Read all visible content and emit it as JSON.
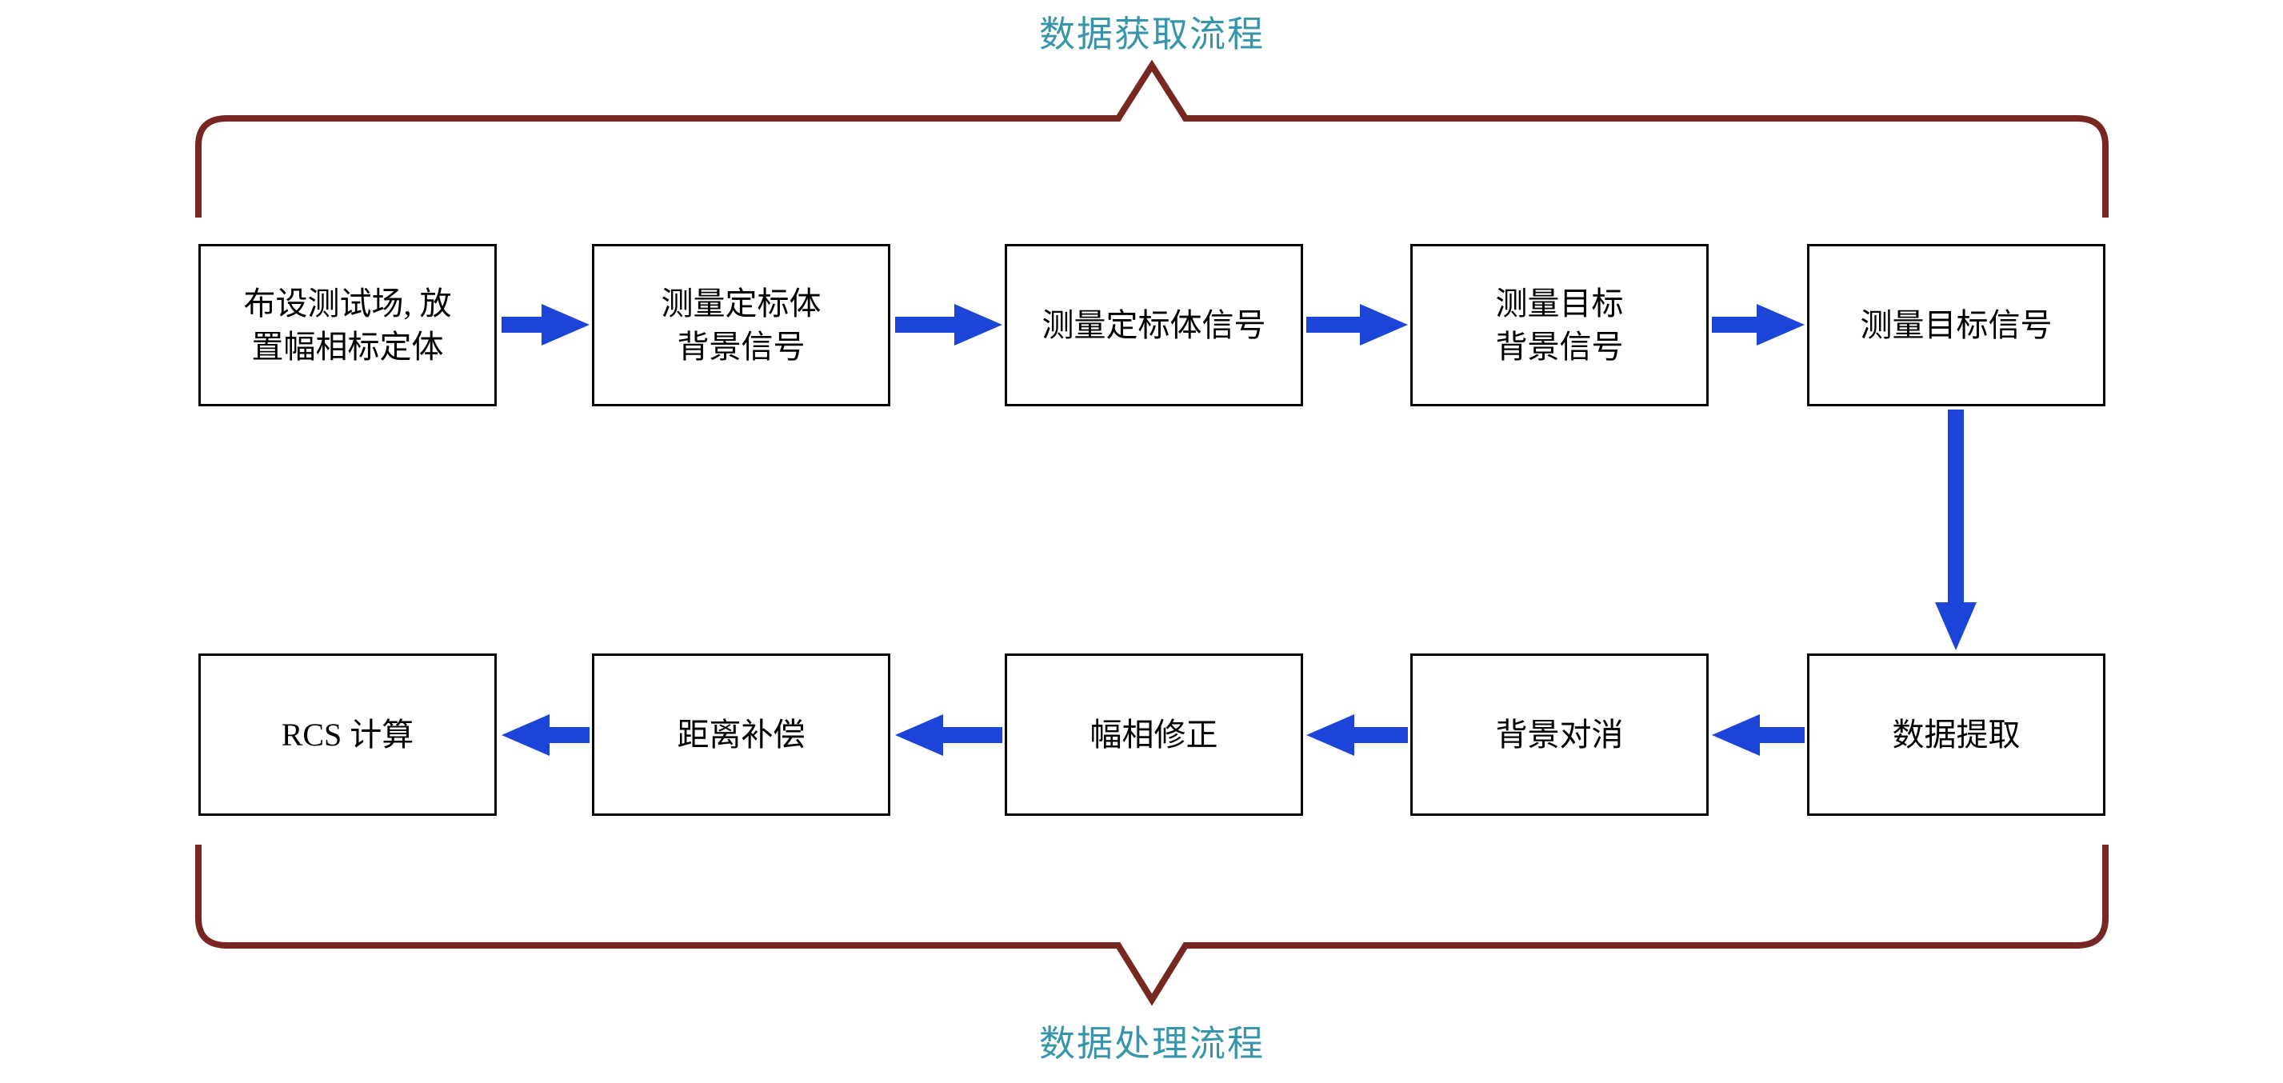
{
  "labels": {
    "top": "数据获取流程",
    "bottom": "数据处理流程"
  },
  "top_row": [
    {
      "text": "布设测试场, 放\n置幅相标定体"
    },
    {
      "text": "测量定标体\n背景信号"
    },
    {
      "text": "测量定标体信号"
    },
    {
      "text": "测量目标\n背景信号"
    },
    {
      "text": "测量目标信号"
    }
  ],
  "bottom_row": [
    {
      "text": "数据提取"
    },
    {
      "text": "背景对消"
    },
    {
      "text": "幅相修正"
    },
    {
      "text": "距离补偿"
    },
    {
      "text": "RCS 计算"
    }
  ],
  "colors": {
    "arrow": "#1d44d8",
    "brace": "#772622",
    "label": "#3795ab",
    "box-border": "#000000",
    "box-fill": "#ffffff",
    "background": "#ffffff",
    "text": "#000000"
  }
}
